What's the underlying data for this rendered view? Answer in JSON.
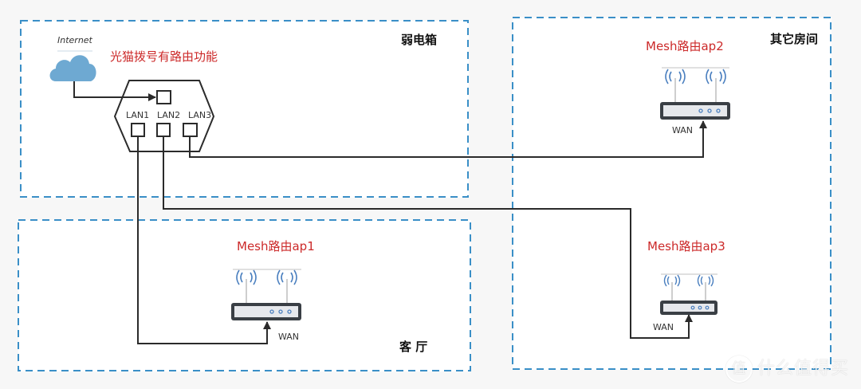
{
  "zones": {
    "weak_current_box": {
      "label": "弱电箱"
    },
    "other_rooms": {
      "label": "其它房间"
    },
    "living_room": {
      "label": "客 厅"
    }
  },
  "modem": {
    "internet_label": "Internet",
    "annotation": "光猫拨号有路由功能",
    "ports": [
      "LAN1",
      "LAN2",
      "LAN3"
    ]
  },
  "routers": [
    {
      "id": "ap1",
      "label": "Mesh路由ap1",
      "port_label": "WAN",
      "zone": "客 厅",
      "connected_from": "LAN1"
    },
    {
      "id": "ap2",
      "label": "Mesh路由ap2",
      "port_label": "WAN",
      "zone": "其它房间",
      "connected_from": "LAN3"
    },
    {
      "id": "ap3",
      "label": "Mesh路由ap3",
      "port_label": "WAN",
      "zone": "其它房间",
      "connected_from": "LAN2"
    }
  ],
  "colors": {
    "zone_border": "#3a8fc7",
    "annotation_red": "#cc2a2a",
    "line": "#333333",
    "cloud": "#6ea9d2",
    "wifi_blue": "#4a7fbf"
  },
  "watermark": {
    "icon": "值",
    "text": "什么值得买"
  }
}
